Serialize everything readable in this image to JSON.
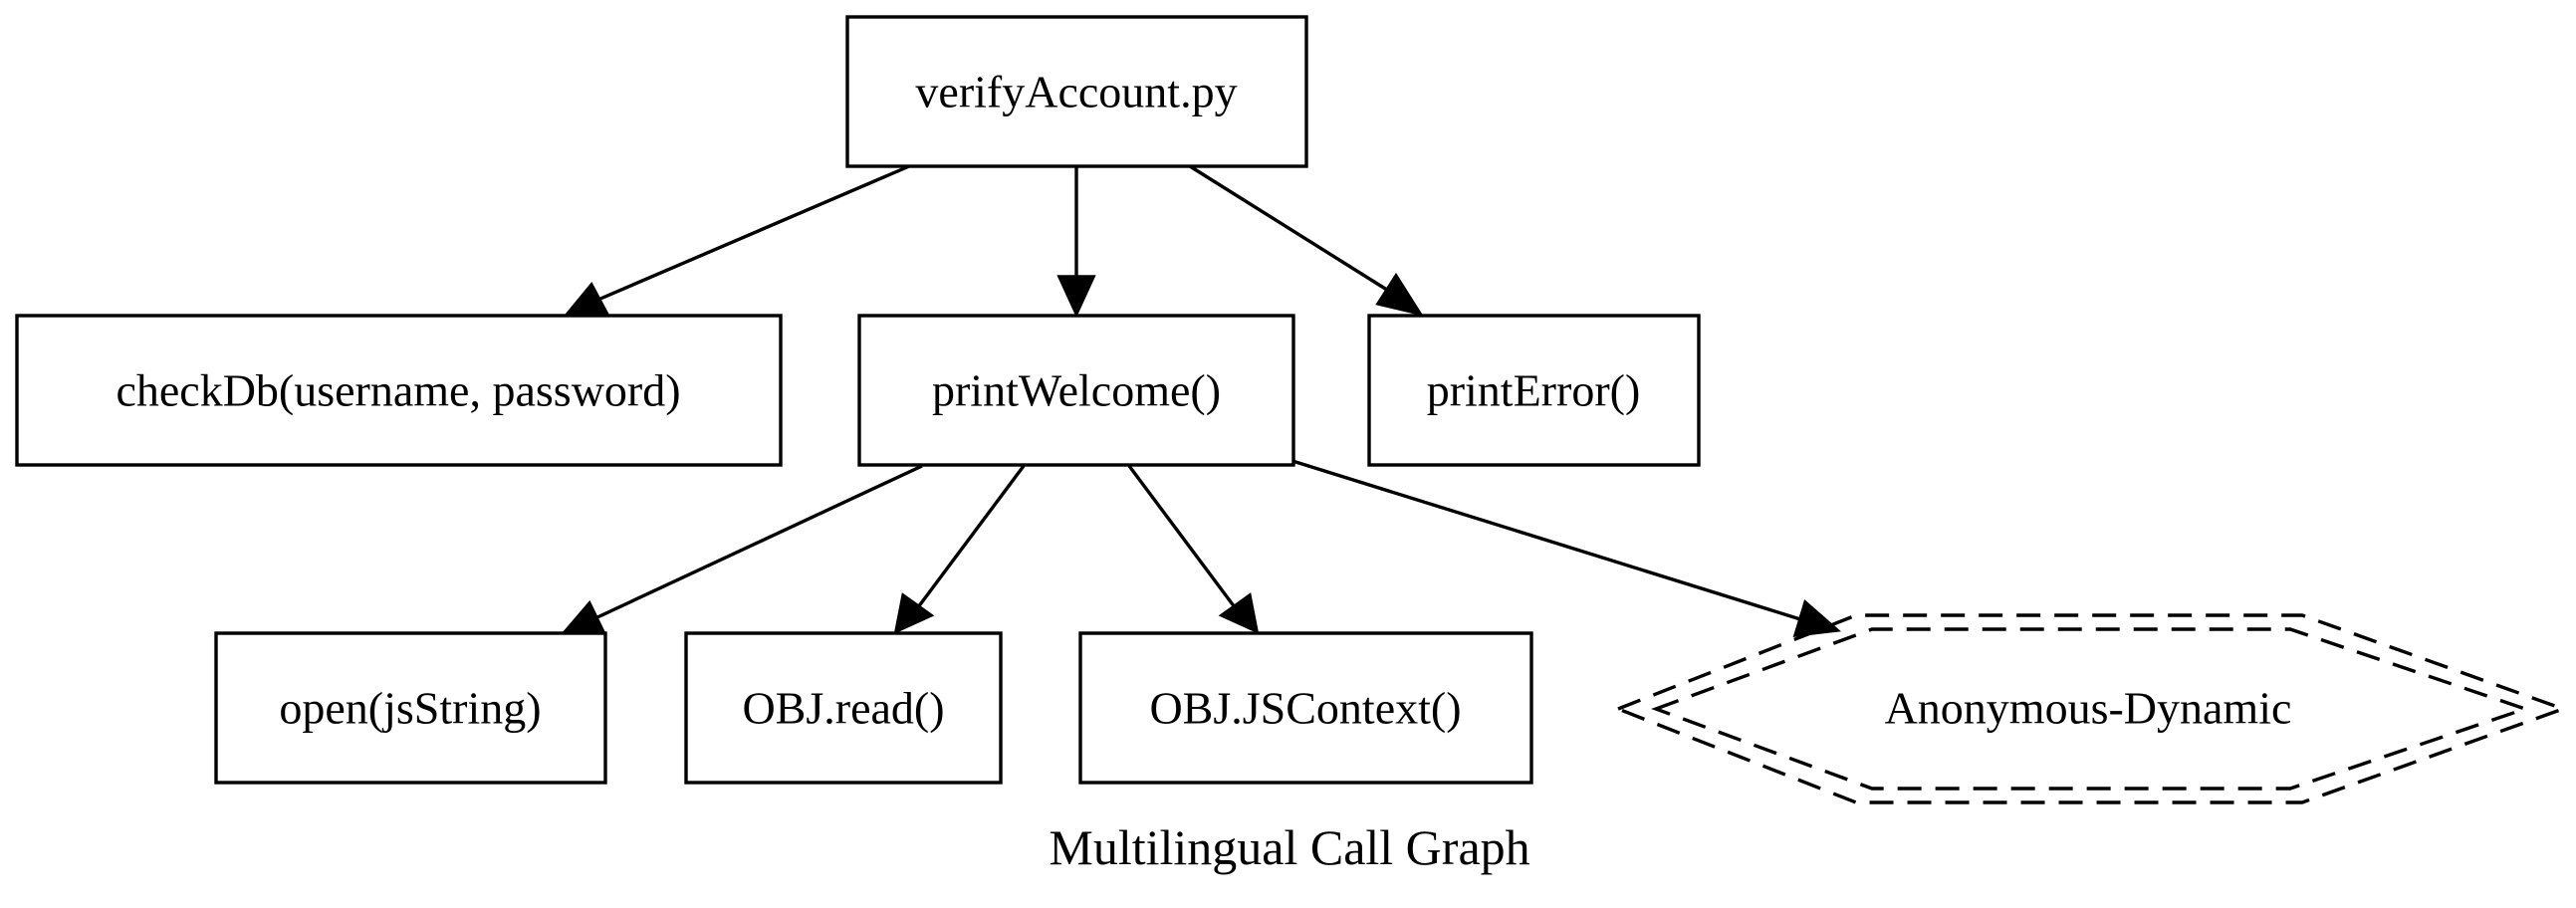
{
  "graph": {
    "caption": "Multilingual Call Graph",
    "nodes": {
      "verify_account": "verifyAccount.py",
      "check_db": "checkDb(username, password)",
      "print_welcome": "printWelcome()",
      "print_error": "printError()",
      "open_js_string": "open(jsString)",
      "obj_read": "OBJ.read()",
      "obj_jscontext": "OBJ.JSContext()",
      "anonymous_dynamic": "Anonymous-Dynamic"
    },
    "edges": [
      {
        "from": "verifyAccount.py",
        "to": "checkDb(username, password)"
      },
      {
        "from": "verifyAccount.py",
        "to": "printWelcome()"
      },
      {
        "from": "verifyAccount.py",
        "to": "printError()"
      },
      {
        "from": "printWelcome()",
        "to": "open(jsString)"
      },
      {
        "from": "printWelcome()",
        "to": "OBJ.read()"
      },
      {
        "from": "printWelcome()",
        "to": "OBJ.JSContext()"
      },
      {
        "from": "printWelcome()",
        "to": "Anonymous-Dynamic"
      }
    ],
    "anonymous_node_style": "dashed-double-hexagon"
  }
}
